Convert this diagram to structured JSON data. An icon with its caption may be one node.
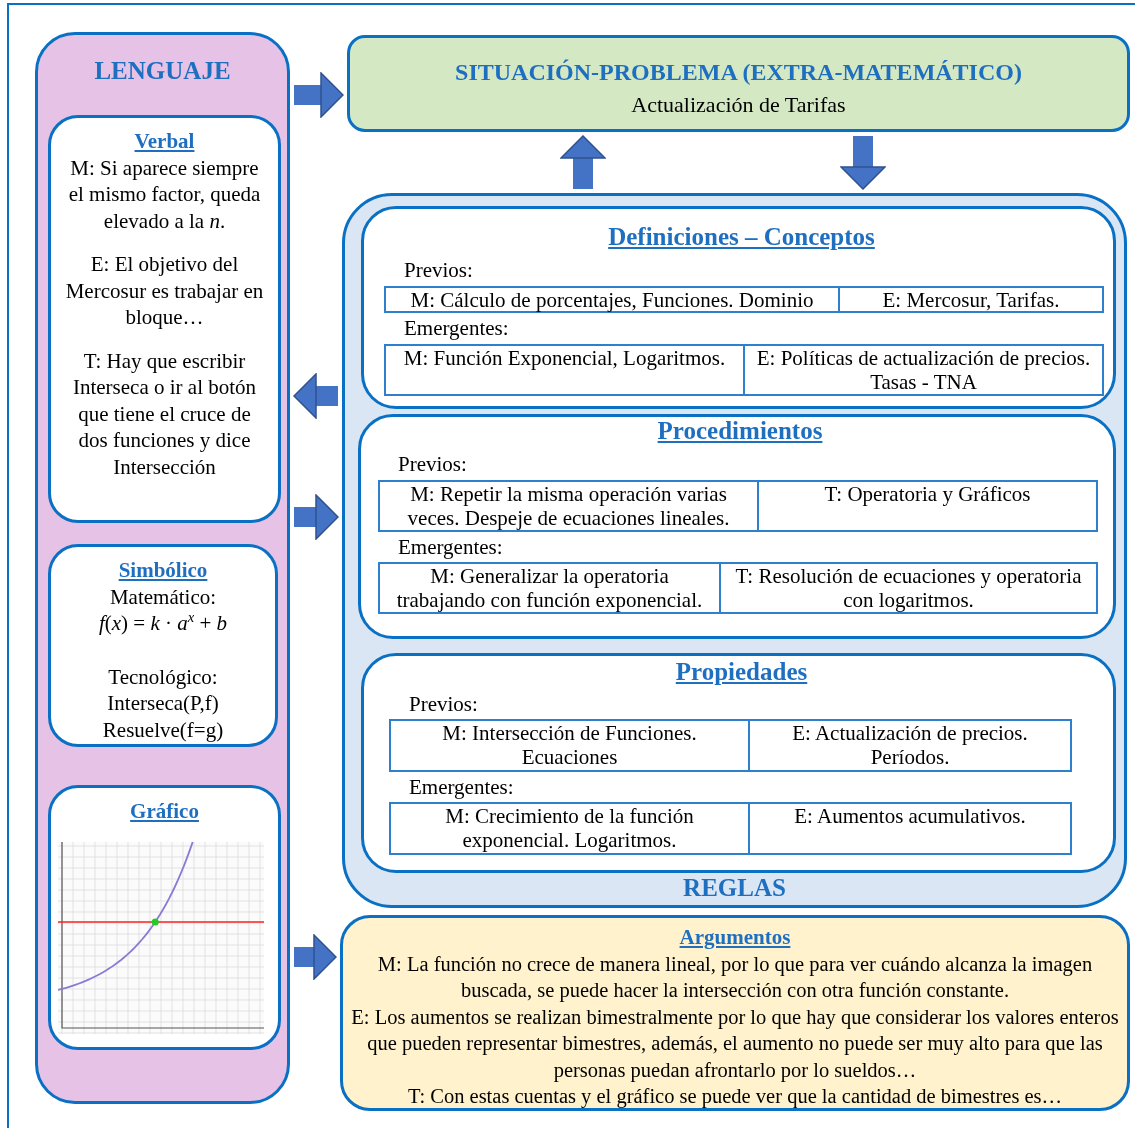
{
  "diagram": {
    "nodes": [
      {
        "text": [
          "LENGUAJE"
        ]
      },
      {
        "text": [
          "Verbal",
          "M: Si aparece siempre el mismo factor, queda elevado a la *n*.",
          "E: El objetivo del Mercosur es trabajar en bloque…",
          "T: Hay que escribir Interseca o ir al botón que tiene el cruce de dos funciones y dice Intersección"
        ],
        "in": 0
      },
      {
        "text": [
          "Simbólico",
          "Matemático:",
          "*f*(*x*) = *k* · *a*$^{x}$ + *b*",
          "Tecnológico:",
          "Interseca(P,f)",
          "Resuelve(f=g)"
        ],
        "in": 0
      },
      {
        "text": [
          "Gráfico"
        ],
        "in": 0
      },
      {
        "text": [
          "SITUACIÓN-PROBLEMA (EXTRA-MATEMÁTICO)",
          "Actualización de Tarifas"
        ]
      },
      {
        "text": [
          "REGLAS"
        ]
      },
      {
        "text": [
          "Definiciones – Conceptos",
          "Previos:",
          "Emergentes:"
        ],
        "in": 5
      },
      {
        "text": [
          "M: Cálculo de porcentajes, Funciones. Dominio"
        ],
        "in": 6
      },
      {
        "text": [
          "E: Mercosur, Tarifas."
        ],
        "in": 6
      },
      {
        "text": [
          "M: Función Exponencial, Logaritmos."
        ],
        "in": 6
      },
      {
        "text": [
          "E: Políticas de actualización de precios. Tasas - TNA"
        ],
        "in": 6
      },
      {
        "text": [
          "Procedimientos",
          "Previos:",
          "Emergentes:"
        ],
        "in": 5
      },
      {
        "text": [
          "M: Repetir la misma operación varias veces.  Despeje de ecuaciones lineales."
        ],
        "in": 11
      },
      {
        "text": [
          "T: Operatoria y Gráficos"
        ],
        "in": 11
      },
      {
        "text": [
          "M: Generalizar la operatoria trabajando con función exponencial."
        ],
        "in": 11
      },
      {
        "text": [
          "T: Resolución de ecuaciones y operatoria con logaritmos."
        ],
        "in": 11
      },
      {
        "text": [
          "Propiedades",
          "Previos:",
          "Emergentes:"
        ],
        "in": 5
      },
      {
        "text": [
          "M: Intersección de Funciones. Ecuaciones"
        ],
        "in": 16
      },
      {
        "text": [
          "E: Actualización de precios. Períodos."
        ],
        "in": 16
      },
      {
        "text": [
          "M: Crecimiento de la función exponencial. Logaritmos."
        ],
        "in": 16
      },
      {
        "text": [
          "E: Aumentos acumulativos."
        ],
        "in": 16
      },
      {
        "text": [
          "Argumentos",
          "M: La función no crece de manera lineal, por lo que para ver cuándo alcanza la imagen buscada, se puede hacer la intersección con otra función constante.",
          "E: Los aumentos se realizan bimestralmente por lo que hay que considerar los valores enteros que pueden representar bimestres, además, el aumento no puede ser muy alto para que las personas puedan afrontarlo por lo sueldos…",
          "T: Con estas cuentas y el gráfico se puede ver que la cantidad de bimestres es…"
        ]
      }
    ],
    "edges": [
      {
        "from": 0,
        "to": 4,
        "arrow": "to"
      },
      {
        "from": 4,
        "to": 5,
        "arrow": "to"
      },
      {
        "from": 5,
        "to": 4,
        "arrow": "to"
      },
      {
        "from": 5,
        "to": 0,
        "arrow": "to"
      },
      {
        "from": 0,
        "to": 5,
        "arrow": "to"
      },
      {
        "from": 0,
        "to": 21,
        "arrow": "to"
      }
    ]
  }
}
